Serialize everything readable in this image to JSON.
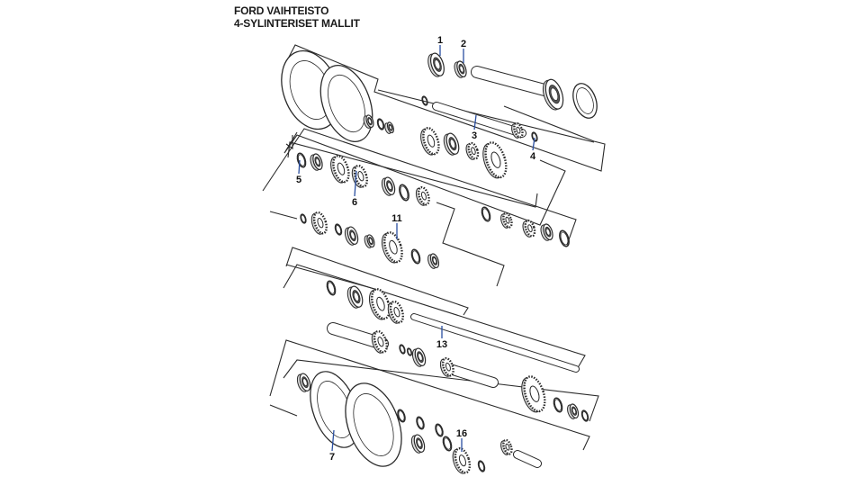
{
  "title": {
    "line1": "FORD VAIHTEISTO",
    "line2": "4-SYLINTERISET MALLIT"
  },
  "callouts": [
    "1",
    "2",
    "3",
    "4",
    "5",
    "6",
    "11",
    "13",
    "7",
    "16"
  ],
  "colors": {
    "line": "#2b2b2b",
    "leader": "#2a4fa0",
    "part_fill": "#ffffff",
    "part_shade": "#d9d9d9"
  }
}
